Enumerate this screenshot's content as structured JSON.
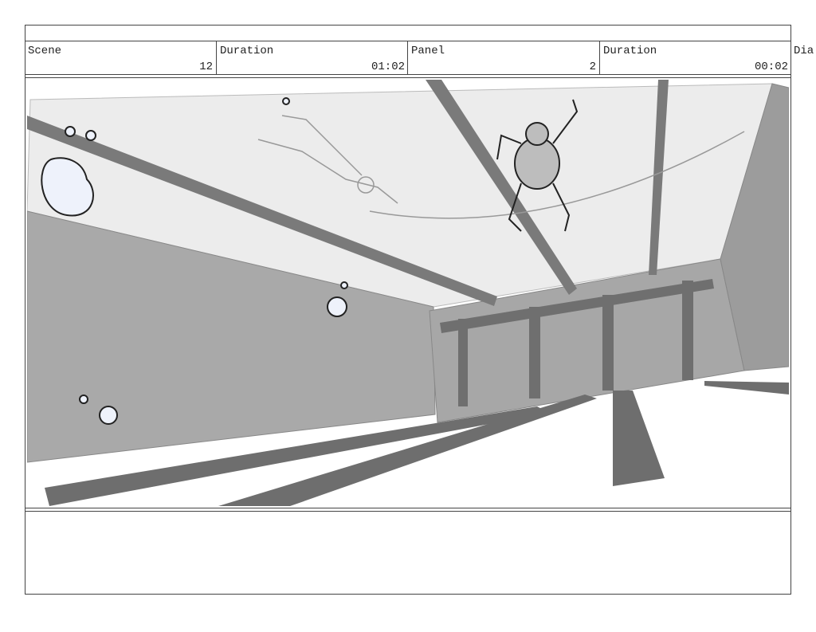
{
  "header": {
    "scene_label": "Scene",
    "scene_value": "12",
    "scene_duration_label": "Duration",
    "scene_duration_value": "01:02",
    "panel_label": "Panel",
    "panel_value": "2",
    "panel_duration_label": "Duration",
    "panel_duration_value": "00:02",
    "dialogue_label_partial": "Dia"
  },
  "notes": {
    "text": ""
  },
  "colors": {
    "border": "#444444",
    "wall_gray": "#a8a8a8",
    "ceiling_gray": "#ececec",
    "beam_gray": "#7a7a7a",
    "bubble_fill": "#eef2fb"
  }
}
